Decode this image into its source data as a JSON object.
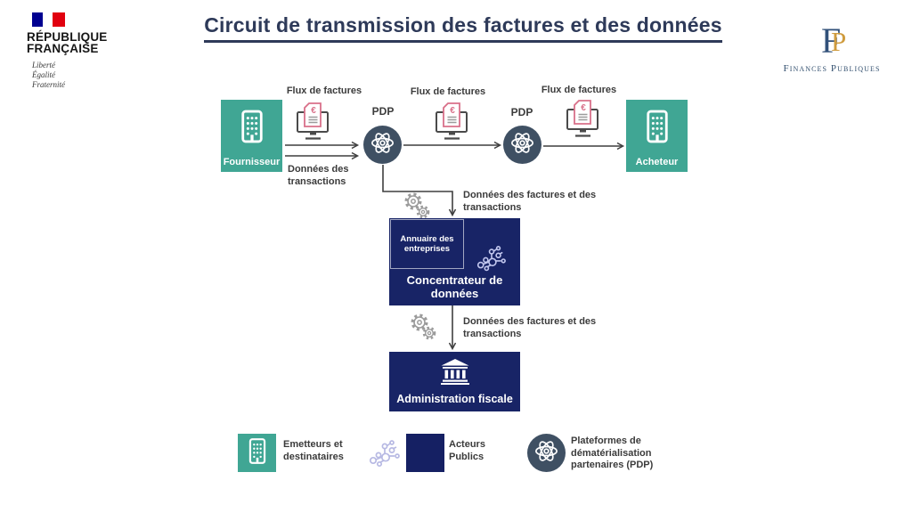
{
  "header": {
    "title": "Circuit de transmission des factures et des données",
    "marianne": {
      "line1": "RÉPUBLIQUE",
      "line2": "FRANÇAISE",
      "motto1": "Liberté",
      "motto2": "Égalité",
      "motto3": "Fraternité"
    },
    "finances_publiques": {
      "monogram_f": "F",
      "monogram_p": "P",
      "label": "Finances Publiques"
    }
  },
  "diagram": {
    "fournisseur_label": "Fournisseur",
    "acheteur_label": "Acheteur",
    "pdp1_label": "PDP",
    "pdp2_label": "PDP",
    "flux1_label": "Flux de factures",
    "flux2_label": "Flux de factures",
    "flux3_label": "Flux de factures",
    "donnees_transactions_label": "Données des transactions",
    "donnees_factures_label_1": "Données des factures et des transactions",
    "donnees_factures_label_2": "Données des factures et des transactions",
    "annuaire_label": "Annuaire des entreprises",
    "concentrateur_label": "Concentrateur de données",
    "administration_label": "Administration fiscale",
    "euro_symbol": "€"
  },
  "legend": {
    "items": [
      {
        "icon": "building-teal-square",
        "label": "Emetteurs et destinataires"
      },
      {
        "icon": "molecule-navy-square",
        "label": "Acteurs Publics"
      },
      {
        "icon": "atom-circle",
        "label": "Plateformes de dématérialisation partenaires (PDP)"
      }
    ]
  },
  "colors": {
    "teal": "#40a694",
    "navy_box": "#182466",
    "navy_legend_square": "#152063",
    "pdp_slate": "#3f5063",
    "title_navy": "#2e3a59",
    "label_text": "#3b3b3b",
    "invoice_pink": "#d9718a",
    "molecule_lavender": "#b7b9e3",
    "flag_blue": "#000091",
    "flag_red": "#e1000f",
    "fp_gold": "#cf9b3d",
    "connector_gray": "#3f3f3f"
  }
}
